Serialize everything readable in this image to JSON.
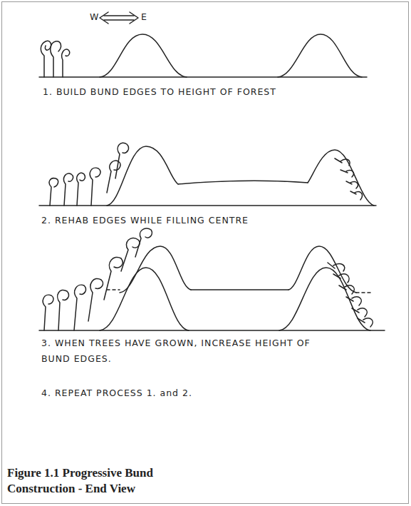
{
  "diagram": {
    "caption": "Figure 1.1 Progressive Bund Construction - End View",
    "labels": [
      "W",
      "E",
      "1. BUILD BUND EDGES TO HEIGHT OF FOREST",
      "2. REHAB EDGES WHILE FILLING CENTRE",
      "3. WHEN TREES HAVE GROWN, INCREASE HEIGHT OF BUND EDGES.",
      "4. REPEAT PROCESS 1. and 2."
    ]
  }
}
